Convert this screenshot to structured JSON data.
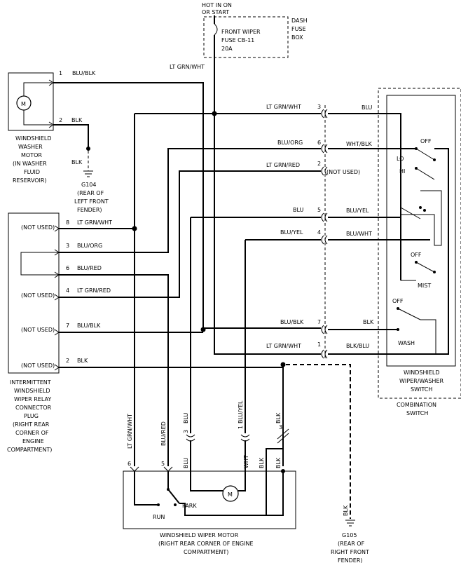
{
  "hot_label": [
    "HOT IN ON",
    "OR START"
  ],
  "fuse": {
    "lines": [
      "FRONT WIPER",
      "FUSE CB-11",
      "20A"
    ]
  },
  "dash_fuse_box": [
    "DASH",
    "FUSE",
    "BOX"
  ],
  "washer_motor": {
    "caption": [
      "WINDSHIELD",
      "WASHER",
      "MOTOR",
      "(IN WASHER",
      "FLUID",
      "RESERVOIR)"
    ],
    "pins": [
      {
        "num": "1",
        "wire": "BLU/BLK"
      },
      {
        "num": "2",
        "wire": "BLK"
      }
    ],
    "ground_wire": "BLK",
    "ground": [
      "G104",
      "(REAR OF",
      "LEFT FRONT",
      "FENDER)"
    ]
  },
  "relay_plug": {
    "caption": [
      "INTERMITTENT",
      "WINDSHIELD",
      "WIPER RELAY",
      "CONNECTOR",
      "PLUG",
      "(RIGHT REAR",
      "CORNER OF",
      "ENGINE",
      "COMPARTMENT)"
    ],
    "pins": [
      {
        "side": "(NOT USED)",
        "num": "8",
        "wire": "LT GRN/WHT"
      },
      {
        "side": "",
        "num": "3",
        "wire": "BLU/ORG"
      },
      {
        "side": "",
        "num": "6",
        "wire": "BLU/RED"
      },
      {
        "side": "(NOT USED)",
        "num": "4",
        "wire": "LT GRN/RED"
      },
      {
        "side": "(NOT USED)",
        "num": "7",
        "wire": "BLU/BLK"
      },
      {
        "side": "(NOT USED)",
        "num": "2",
        "wire": "BLK"
      }
    ]
  },
  "fuse_feed_wire": "LT GRN/WHT",
  "switch_pins": [
    {
      "left": "LT GRN/WHT",
      "num": "3",
      "right": "BLU"
    },
    {
      "left": "BLU/ORG",
      "num": "6",
      "right": "WHT/BLK"
    },
    {
      "left": "LT GRN/RED",
      "num": "2",
      "right": "(NOT USED)"
    },
    {
      "left": "BLU",
      "num": "5",
      "right": "BLU/YEL"
    },
    {
      "left": "BLU/YEL",
      "num": "4",
      "right": "BLU/WHT"
    },
    {
      "left": "BLU/BLK",
      "num": "7",
      "right": "BLK"
    },
    {
      "left": "LT GRN/WHT",
      "num": "1",
      "right": "BLK/BLU"
    }
  ],
  "switch_positions": {
    "off1": "OFF",
    "lo": "LO",
    "hi": "HI",
    "off2": "OFF",
    "mist": "MIST",
    "off3": "OFF",
    "wash": "WASH"
  },
  "wiper_washer_switch": [
    "WINDSHIELD",
    "WIPER/WASHER",
    "SWITCH"
  ],
  "combination_switch": [
    "COMBINATION",
    "SWITCH"
  ],
  "motor_wires": {
    "vert_left": [
      "LT GRN/WHT",
      "BLU/RED",
      "BLU",
      "BLU/YEL",
      "BLK"
    ],
    "pins_top": [
      "3",
      "1",
      "3"
    ],
    "vert_bottom": [
      "BLU",
      "WHT",
      "BLK",
      "BLK"
    ],
    "pins_bottom": [
      "6",
      "5"
    ]
  },
  "wiper_motor": {
    "park": "PARK",
    "run": "RUN",
    "caption": [
      "WINDSHIELD WIPER MOTOR",
      "(RIGHT REAR CORNER OF ENGINE",
      "COMPARTMENT)"
    ]
  },
  "ground_g105": {
    "wire": "BLK",
    "label": [
      "G105",
      "(REAR OF",
      "RIGHT FRONT",
      "FENDER)"
    ]
  }
}
